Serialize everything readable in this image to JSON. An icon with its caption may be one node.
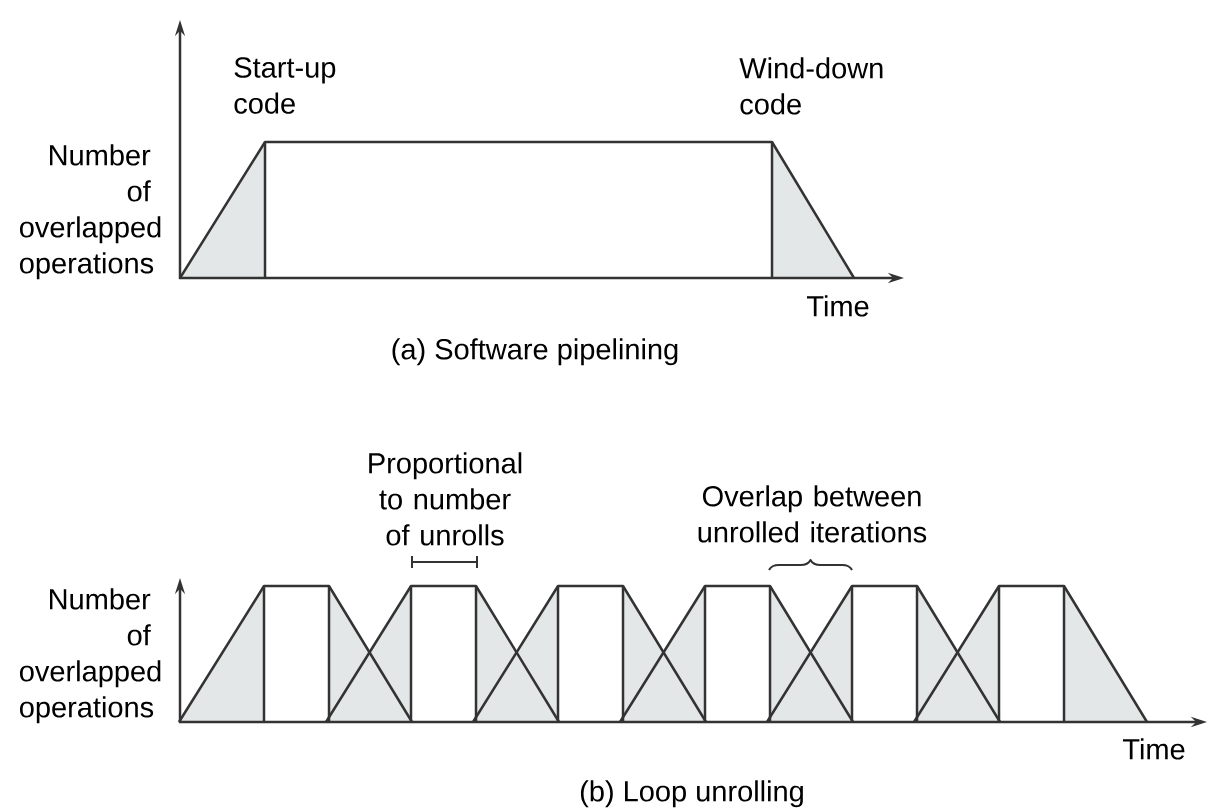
{
  "diagram": {
    "labels": [
      "Start-up code",
      "Wind-down code",
      "Number of overlapped operations",
      "Time",
      "(a) Software pipelining",
      "Proportional to number of unrolls",
      "Overlap between unrolled iterations",
      "Number of overlapped operations",
      "Time",
      "(b) Loop unrolling"
    ]
  }
}
